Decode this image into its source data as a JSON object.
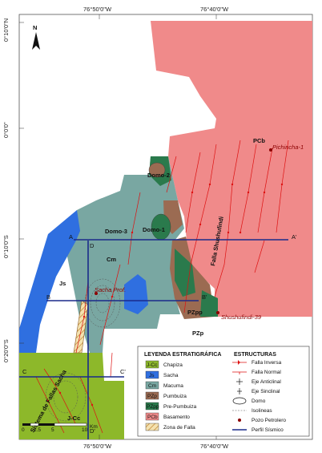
{
  "coords": {
    "top": [
      "76°50'0\"W",
      "76°40'0\"W"
    ],
    "bottom": [
      "76°50'0\"W",
      "76°40'0\"W"
    ],
    "left": [
      "0°10'0\"N",
      "0°0'0\"",
      "0°10'0\"S",
      "0°20'0\"S"
    ]
  },
  "north_label": "N",
  "structures": {
    "domo3": "Domo-3",
    "domo2": "Domo-2",
    "domo1": "Domo-1",
    "cm": "Cm",
    "js": "Js",
    "pcb": "PCb",
    "pzpp": "PZpp",
    "pzp": "PZp",
    "jcc": "J-Cc",
    "falla_shushufindi": "Falla Shushufindi",
    "sistema_sacha": "Sistema de Fallas Sacha"
  },
  "wells": {
    "pichincha": "Pichincha-1",
    "sacha": "Sacha Prof.",
    "shushufindi": "Shushufindi-39"
  },
  "profiles": {
    "a": "A",
    "a_prime": "A'",
    "b": "B",
    "b_prime": "B'",
    "c": "C",
    "c_prime": "C'",
    "d": "D",
    "d_prime": "D'"
  },
  "scale": {
    "ticks": [
      "0",
      "2.5",
      "5",
      "10"
    ],
    "unit": "Km"
  },
  "legend": {
    "strat_title": "LEYENDA ESTRATIGRÁFICA",
    "struct_title": "ESTRUCTURAS",
    "strat_items": [
      {
        "code": "J-Cc",
        "name": "Chapiza",
        "color": "#8db82a"
      },
      {
        "code": "Js",
        "name": "Sacha",
        "color": "#2f6fe0"
      },
      {
        "code": "Cm",
        "name": "Macuma",
        "color": "#79a7a2"
      },
      {
        "code": "PZp",
        "name": "Pumbuiza",
        "color": "#9b6b52"
      },
      {
        "code": "PZpp",
        "name": "Pre-Pumbuiza",
        "color": "#2a7a4c"
      },
      {
        "code": "PCb",
        "name": "Basamento",
        "color": "#f08a8a"
      },
      {
        "code": "",
        "name": "Zona de Falla",
        "color": "#f4e2b0"
      }
    ],
    "struct_items": [
      {
        "name": "Falla Inversa"
      },
      {
        "name": "Falla Normal"
      },
      {
        "name": "Eje Anticlinal"
      },
      {
        "name": "Eje Sinclinal"
      },
      {
        "name": "Domo"
      },
      {
        "name": "Isolineas"
      },
      {
        "name": "Pozo Petrolero"
      },
      {
        "name": "Perfil Sísmico"
      }
    ]
  }
}
